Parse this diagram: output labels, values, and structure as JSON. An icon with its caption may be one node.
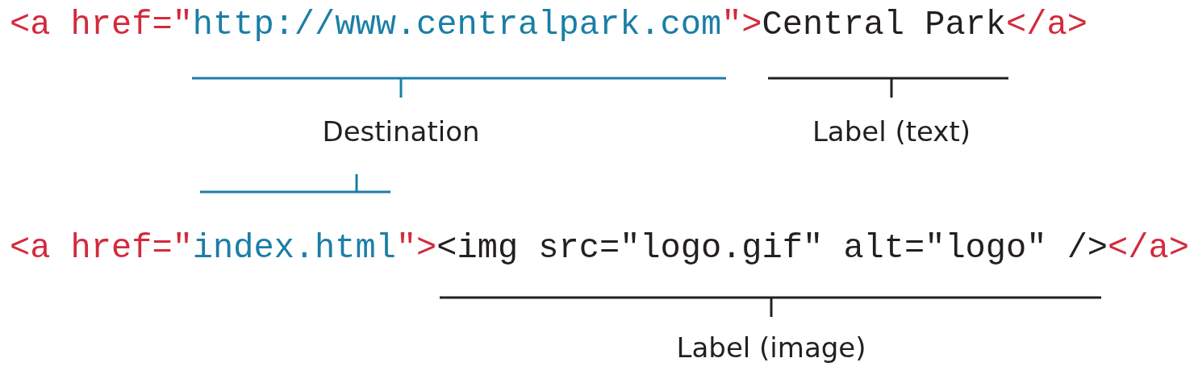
{
  "diagram": {
    "labels": [
      "<a href=\"",
      "http://www.centralpark.com",
      "\">",
      "Central Park",
      "</a>",
      "Destination",
      "Label (text)",
      "<a href=\"",
      "index.html",
      "\">",
      "<img src=\"logo.gif\" alt=\"logo\" />",
      "</a>",
      "Label (image)"
    ]
  }
}
